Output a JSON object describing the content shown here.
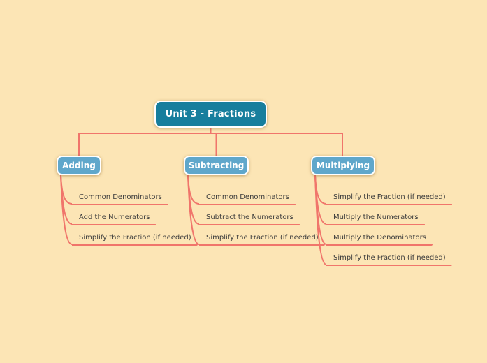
{
  "theme": {
    "background": "#FCE5B5",
    "connector": "#F0756B",
    "root_fill": "#177E9D",
    "branch_fill": "#5FA7CB",
    "node_border": "#FFFFFF",
    "node_text": "#FFFFFF",
    "leaf_text": "#3C3C3C"
  },
  "mindmap": {
    "root": {
      "label": "Unit 3 - Fractions"
    },
    "branches": [
      {
        "label": "Adding",
        "leaves": [
          "Common Denominators",
          "Add the Numerators",
          "Simplify the Fraction (if needed)"
        ]
      },
      {
        "label": "Subtracting",
        "leaves": [
          "Common Denominators",
          "Subtract the Numerators",
          "Simplify the Fraction (if needed)"
        ]
      },
      {
        "label": "Multiplying",
        "leaves": [
          "Simplify the Fraction (if needed)",
          "Multiply the Numerators",
          "Multiply the Denominators",
          "Simplify the Fraction (if needed)"
        ]
      }
    ]
  }
}
